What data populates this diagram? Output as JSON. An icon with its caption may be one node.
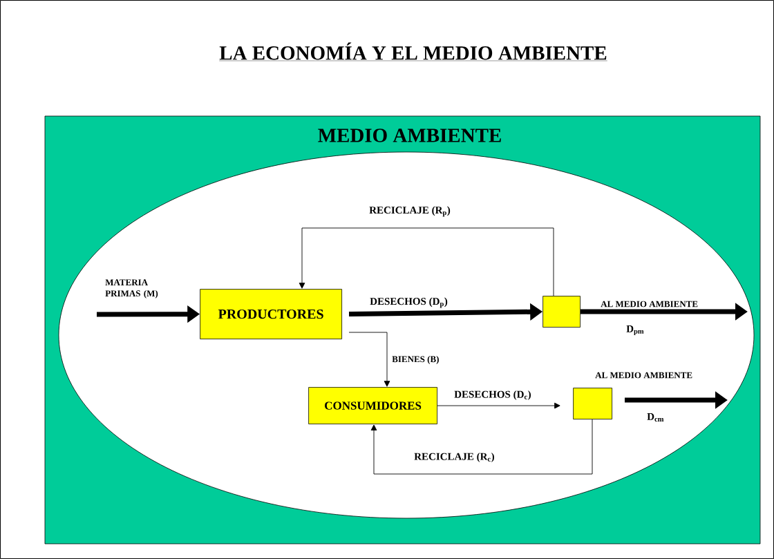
{
  "diagram": {
    "title": "LA ECONOMÍA Y EL MEDIO AMBIENTE",
    "nodes": [
      {
        "text": [
          "MEDIO AMBIENTE"
        ]
      },
      {
        "text": [
          "PRODUCTORES"
        ],
        "in": 0
      },
      {
        "text": [],
        "shape": "box",
        "in": 0
      },
      {
        "text": [
          "CONSUMIDORES"
        ],
        "in": 0
      },
      {
        "text": [],
        "shape": "box",
        "in": 0
      }
    ],
    "edges": [
      {
        "from": null,
        "to": 1,
        "arrow": "to",
        "label": "MATERIA PRIMAS (M)",
        "style": "thick"
      },
      {
        "from": 1,
        "to": 2,
        "arrow": "to",
        "label": "DESECHOS (D$_{p}$)",
        "style": "thick"
      },
      {
        "from": 2,
        "to": null,
        "arrow": "to",
        "label": "AL MEDIO AMBIENTE",
        "style": "thick"
      },
      {
        "from": 2,
        "to": 1,
        "arrow": "to",
        "label": "RECICLAJE (R$_{p}$)"
      },
      {
        "from": 1,
        "to": 3,
        "arrow": "to",
        "label": "BIENES (B)"
      },
      {
        "from": 3,
        "to": 4,
        "arrow": "to",
        "label": "DESECHOS (D$_{c}$)"
      },
      {
        "from": 4,
        "to": 3,
        "arrow": "to",
        "label": "RECICLAJE (R$_{c}$)"
      },
      {
        "from": 4,
        "to": null,
        "arrow": "to",
        "label": "AL MEDIO AMBIENTE",
        "style": "thick"
      }
    ],
    "labels": [
      "D$_{pm}$",
      "D$_{cm}$"
    ]
  }
}
